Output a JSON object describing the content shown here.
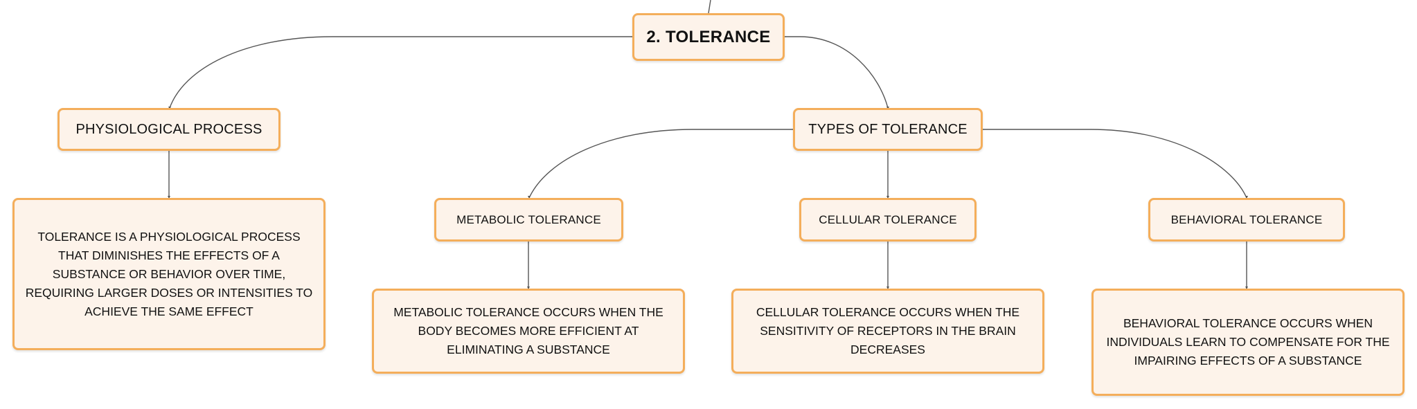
{
  "root": {
    "label": "2. TOLERANCE"
  },
  "nodes": {
    "physiological_process": {
      "label": "PHYSIOLOGICAL PROCESS",
      "description": "TOLERANCE IS A PHYSIOLOGICAL PROCESS THAT DIMINISHES THE EFFECTS OF A SUBSTANCE OR BEHAVIOR OVER TIME, REQUIRING LARGER DOSES OR INTENSITIES TO ACHIEVE THE SAME EFFECT"
    },
    "types_of_tolerance": {
      "label": "TYPES OF TOLERANCE",
      "children": {
        "metabolic": {
          "label": "METABOLIC TOLERANCE",
          "description": "METABOLIC TOLERANCE OCCURS WHEN THE BODY BECOMES MORE EFFICIENT AT ELIMINATING A SUBSTANCE"
        },
        "cellular": {
          "label": "CELLULAR TOLERANCE",
          "description": "CELLULAR TOLERANCE OCCURS WHEN THE SENSITIVITY OF RECEPTORS IN THE BRAIN DECREASES"
        },
        "behavioral": {
          "label": "BEHAVIORAL TOLERANCE",
          "description": "BEHAVIORAL TOLERANCE OCCURS WHEN INDIVIDUALS LEARN TO COMPENSATE FOR THE IMPAIRING EFFECTS OF A SUBSTANCE"
        }
      }
    }
  },
  "colors": {
    "node_fill": "#fdf3ea",
    "node_border": "#f4ae5b",
    "connector": "#555555",
    "text": "#111111"
  }
}
